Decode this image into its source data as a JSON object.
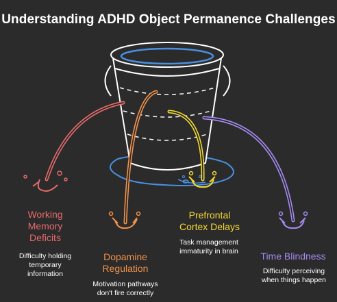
{
  "title": "Understanding ADHD Object Permanence Challenges",
  "items": [
    {
      "label": "Working Memory Deficits",
      "label_lines": [
        "Working",
        "Memory",
        "Deficits"
      ],
      "desc_lines": [
        "Difficulty holding",
        "temporary",
        "information"
      ],
      "color": "#e86a6a"
    },
    {
      "label": "Dopamine Regulation",
      "label_lines": [
        "Dopamine",
        "Regulation"
      ],
      "desc_lines": [
        "Motivation pathways",
        "don't fire correctly"
      ],
      "color": "#f0914a"
    },
    {
      "label": "Prefrontal Cortex Delays",
      "label_lines": [
        "Prefrontal",
        "Cortex Delays"
      ],
      "desc_lines": [
        "Task management",
        "immaturity in brain"
      ],
      "color": "#f5d832"
    },
    {
      "label": "Time Blindness",
      "label_lines": [
        "Time Blindness"
      ],
      "desc_lines": [
        "Difficulty perceiving",
        "when things happen"
      ],
      "color": "#a58af0"
    }
  ],
  "bucket_color": "#4a90e2"
}
